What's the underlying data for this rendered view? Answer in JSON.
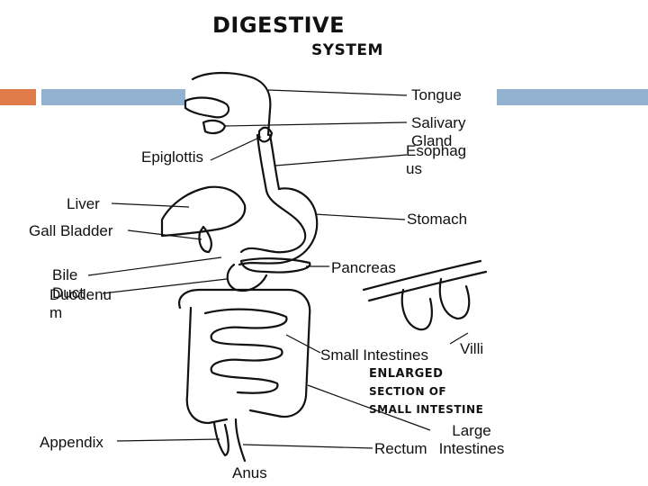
{
  "title": {
    "line1": "DIGESTIVE",
    "line2": "SYSTEM"
  },
  "labels": {
    "tongue": "Tongue",
    "salivary_gland": "Salivary Gland",
    "esophagus": "Esophag us",
    "epiglottis": "Epiglottis",
    "liver": "Liver",
    "gall_bladder": "Gall Bladder",
    "stomach": "Stomach",
    "pancreas": "Pancreas",
    "bile_duct": "Bile Duct",
    "duodenum": "Duodenu m",
    "small_intestines": "Small Intestines",
    "villi": "Villi",
    "appendix": "Appendix",
    "large_intestines": "Large Intestines",
    "rectum": "Rectum",
    "anus": "Anus"
  },
  "inset_caption": {
    "line1": "Enlarged",
    "line2": "Section of",
    "line3": "Small Intestine"
  },
  "colors": {
    "accent_orange": "#e07b4a",
    "accent_blue": "#93b1d1",
    "ink": "#111111"
  }
}
